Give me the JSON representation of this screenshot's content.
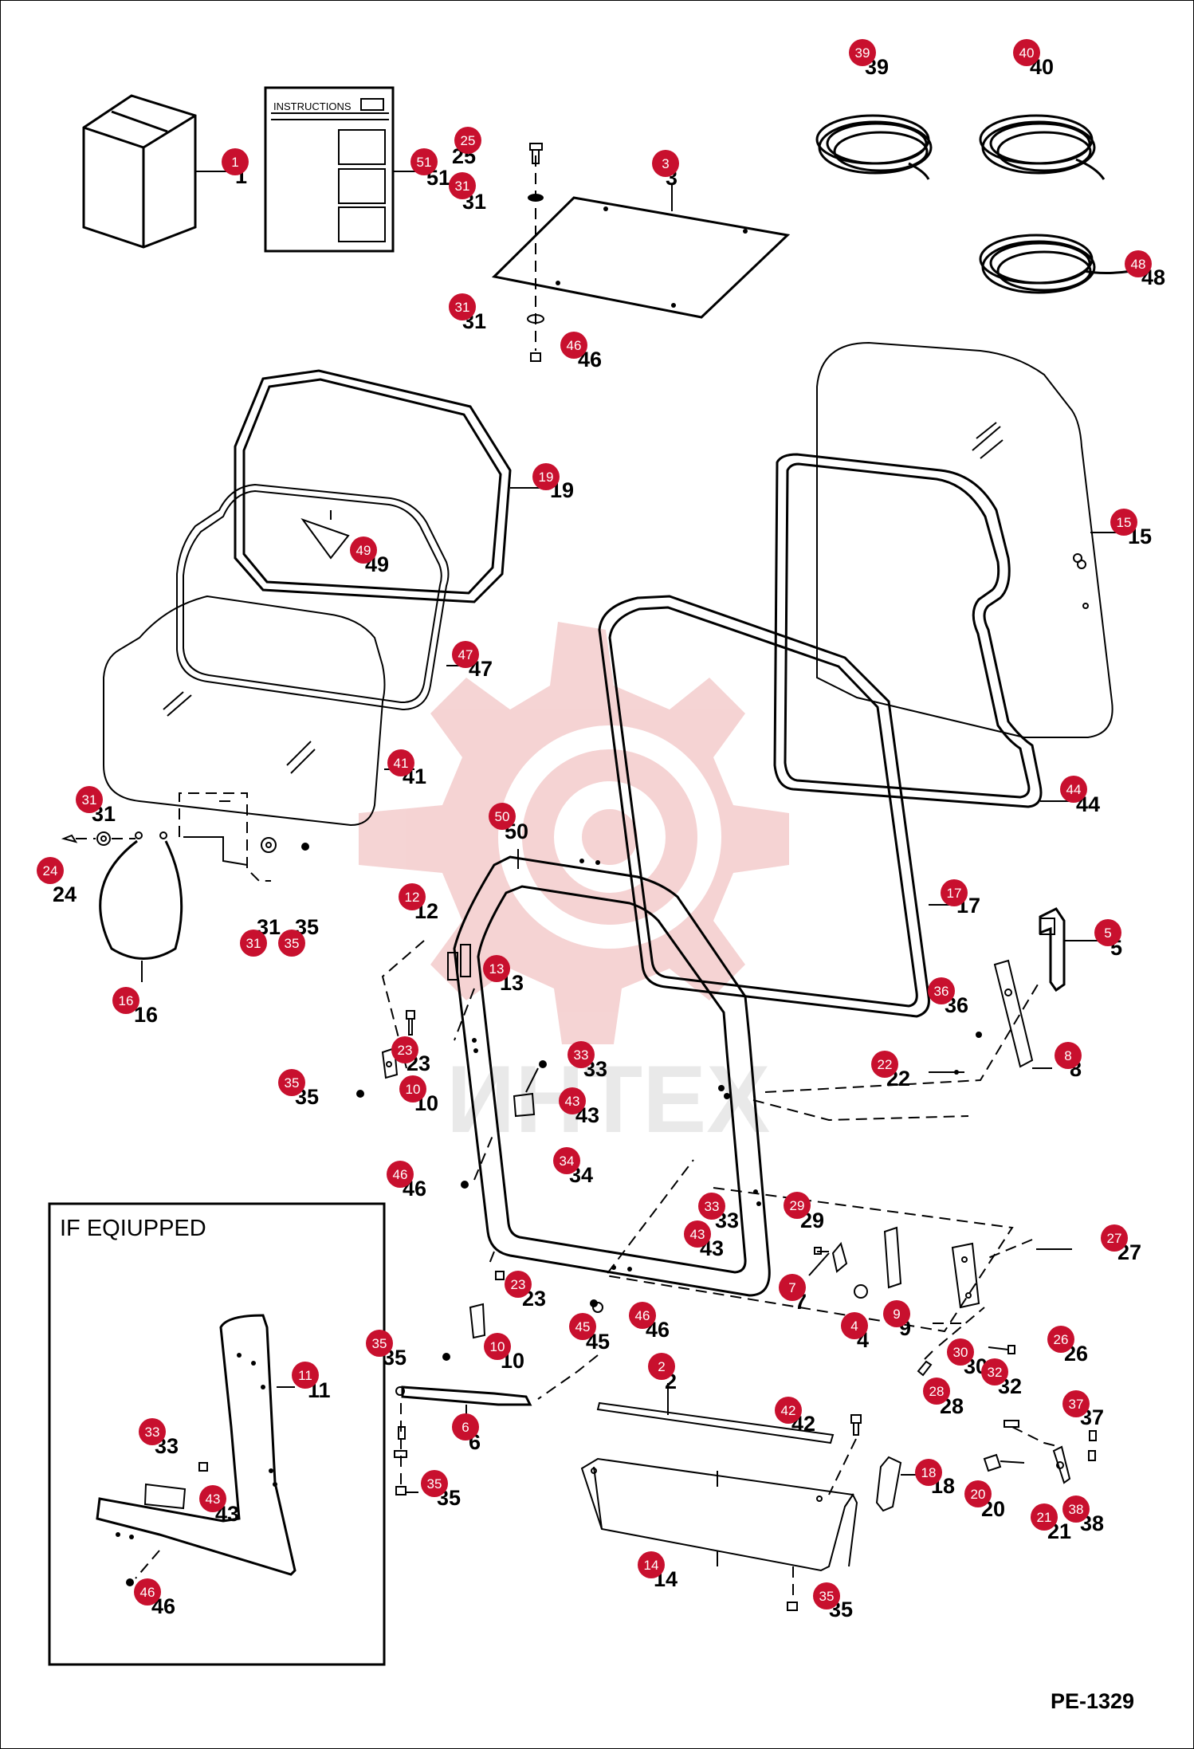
{
  "drawing_number": "PE-1329",
  "inset_title": "IF EQIUPPED",
  "instructions_label": "INSTRUCTIONS",
  "watermark": "ИНТЕХ",
  "colors": {
    "callout": "#c8102e",
    "line": "#000000",
    "watermark": "#f4cfcf"
  },
  "parts": [
    {
      "id": "p1",
      "n": "1"
    },
    {
      "id": "p51",
      "n": "51"
    },
    {
      "id": "p25",
      "n": "25"
    },
    {
      "id": "p31a",
      "n": "31"
    },
    {
      "id": "p3",
      "n": "3"
    },
    {
      "id": "p31b",
      "n": "31"
    },
    {
      "id": "p46a",
      "n": "46"
    },
    {
      "id": "p39",
      "n": "39"
    },
    {
      "id": "p40",
      "n": "40"
    },
    {
      "id": "p48",
      "n": "48"
    },
    {
      "id": "p19",
      "n": "19"
    },
    {
      "id": "p49",
      "n": "49"
    },
    {
      "id": "p47",
      "n": "47"
    },
    {
      "id": "p41",
      "n": "41"
    },
    {
      "id": "p15",
      "n": "15"
    },
    {
      "id": "p44",
      "n": "44"
    },
    {
      "id": "p31c",
      "n": "31"
    },
    {
      "id": "p24",
      "n": "24"
    },
    {
      "id": "p31d",
      "n": "31"
    },
    {
      "id": "p35a",
      "n": "35"
    },
    {
      "id": "p16",
      "n": "16"
    },
    {
      "id": "p50",
      "n": "50"
    },
    {
      "id": "p12",
      "n": "12"
    },
    {
      "id": "p13",
      "n": "13"
    },
    {
      "id": "p17",
      "n": "17"
    },
    {
      "id": "p5",
      "n": "5"
    },
    {
      "id": "p36",
      "n": "36"
    },
    {
      "id": "p22",
      "n": "22"
    },
    {
      "id": "p8",
      "n": "8"
    },
    {
      "id": "p23a",
      "n": "23"
    },
    {
      "id": "p35b",
      "n": "35"
    },
    {
      "id": "p10a",
      "n": "10"
    },
    {
      "id": "p33a",
      "n": "33"
    },
    {
      "id": "p43a",
      "n": "43"
    },
    {
      "id": "p46b",
      "n": "46"
    },
    {
      "id": "p34",
      "n": "34"
    },
    {
      "id": "p33b",
      "n": "33"
    },
    {
      "id": "p43b",
      "n": "43"
    },
    {
      "id": "p29",
      "n": "29"
    },
    {
      "id": "p27",
      "n": "27"
    },
    {
      "id": "p7",
      "n": "7"
    },
    {
      "id": "p4",
      "n": "4"
    },
    {
      "id": "p9",
      "n": "9"
    },
    {
      "id": "p23b",
      "n": "23"
    },
    {
      "id": "p46c",
      "n": "46"
    },
    {
      "id": "p45",
      "n": "45"
    },
    {
      "id": "p35c",
      "n": "35"
    },
    {
      "id": "p10b",
      "n": "10"
    },
    {
      "id": "p26",
      "n": "26"
    },
    {
      "id": "p30",
      "n": "30"
    },
    {
      "id": "p32",
      "n": "32"
    },
    {
      "id": "p28",
      "n": "28"
    },
    {
      "id": "p2",
      "n": "2"
    },
    {
      "id": "p42",
      "n": "42"
    },
    {
      "id": "p6",
      "n": "6"
    },
    {
      "id": "p37",
      "n": "37"
    },
    {
      "id": "p18",
      "n": "18"
    },
    {
      "id": "p20",
      "n": "20"
    },
    {
      "id": "p21",
      "n": "21"
    },
    {
      "id": "p38",
      "n": "38"
    },
    {
      "id": "p35d",
      "n": "35"
    },
    {
      "id": "p14",
      "n": "14"
    },
    {
      "id": "p35e",
      "n": "35"
    },
    {
      "id": "p11",
      "n": "11"
    },
    {
      "id": "p33c",
      "n": "33"
    },
    {
      "id": "p43c",
      "n": "43"
    },
    {
      "id": "p46d",
      "n": "46"
    }
  ]
}
